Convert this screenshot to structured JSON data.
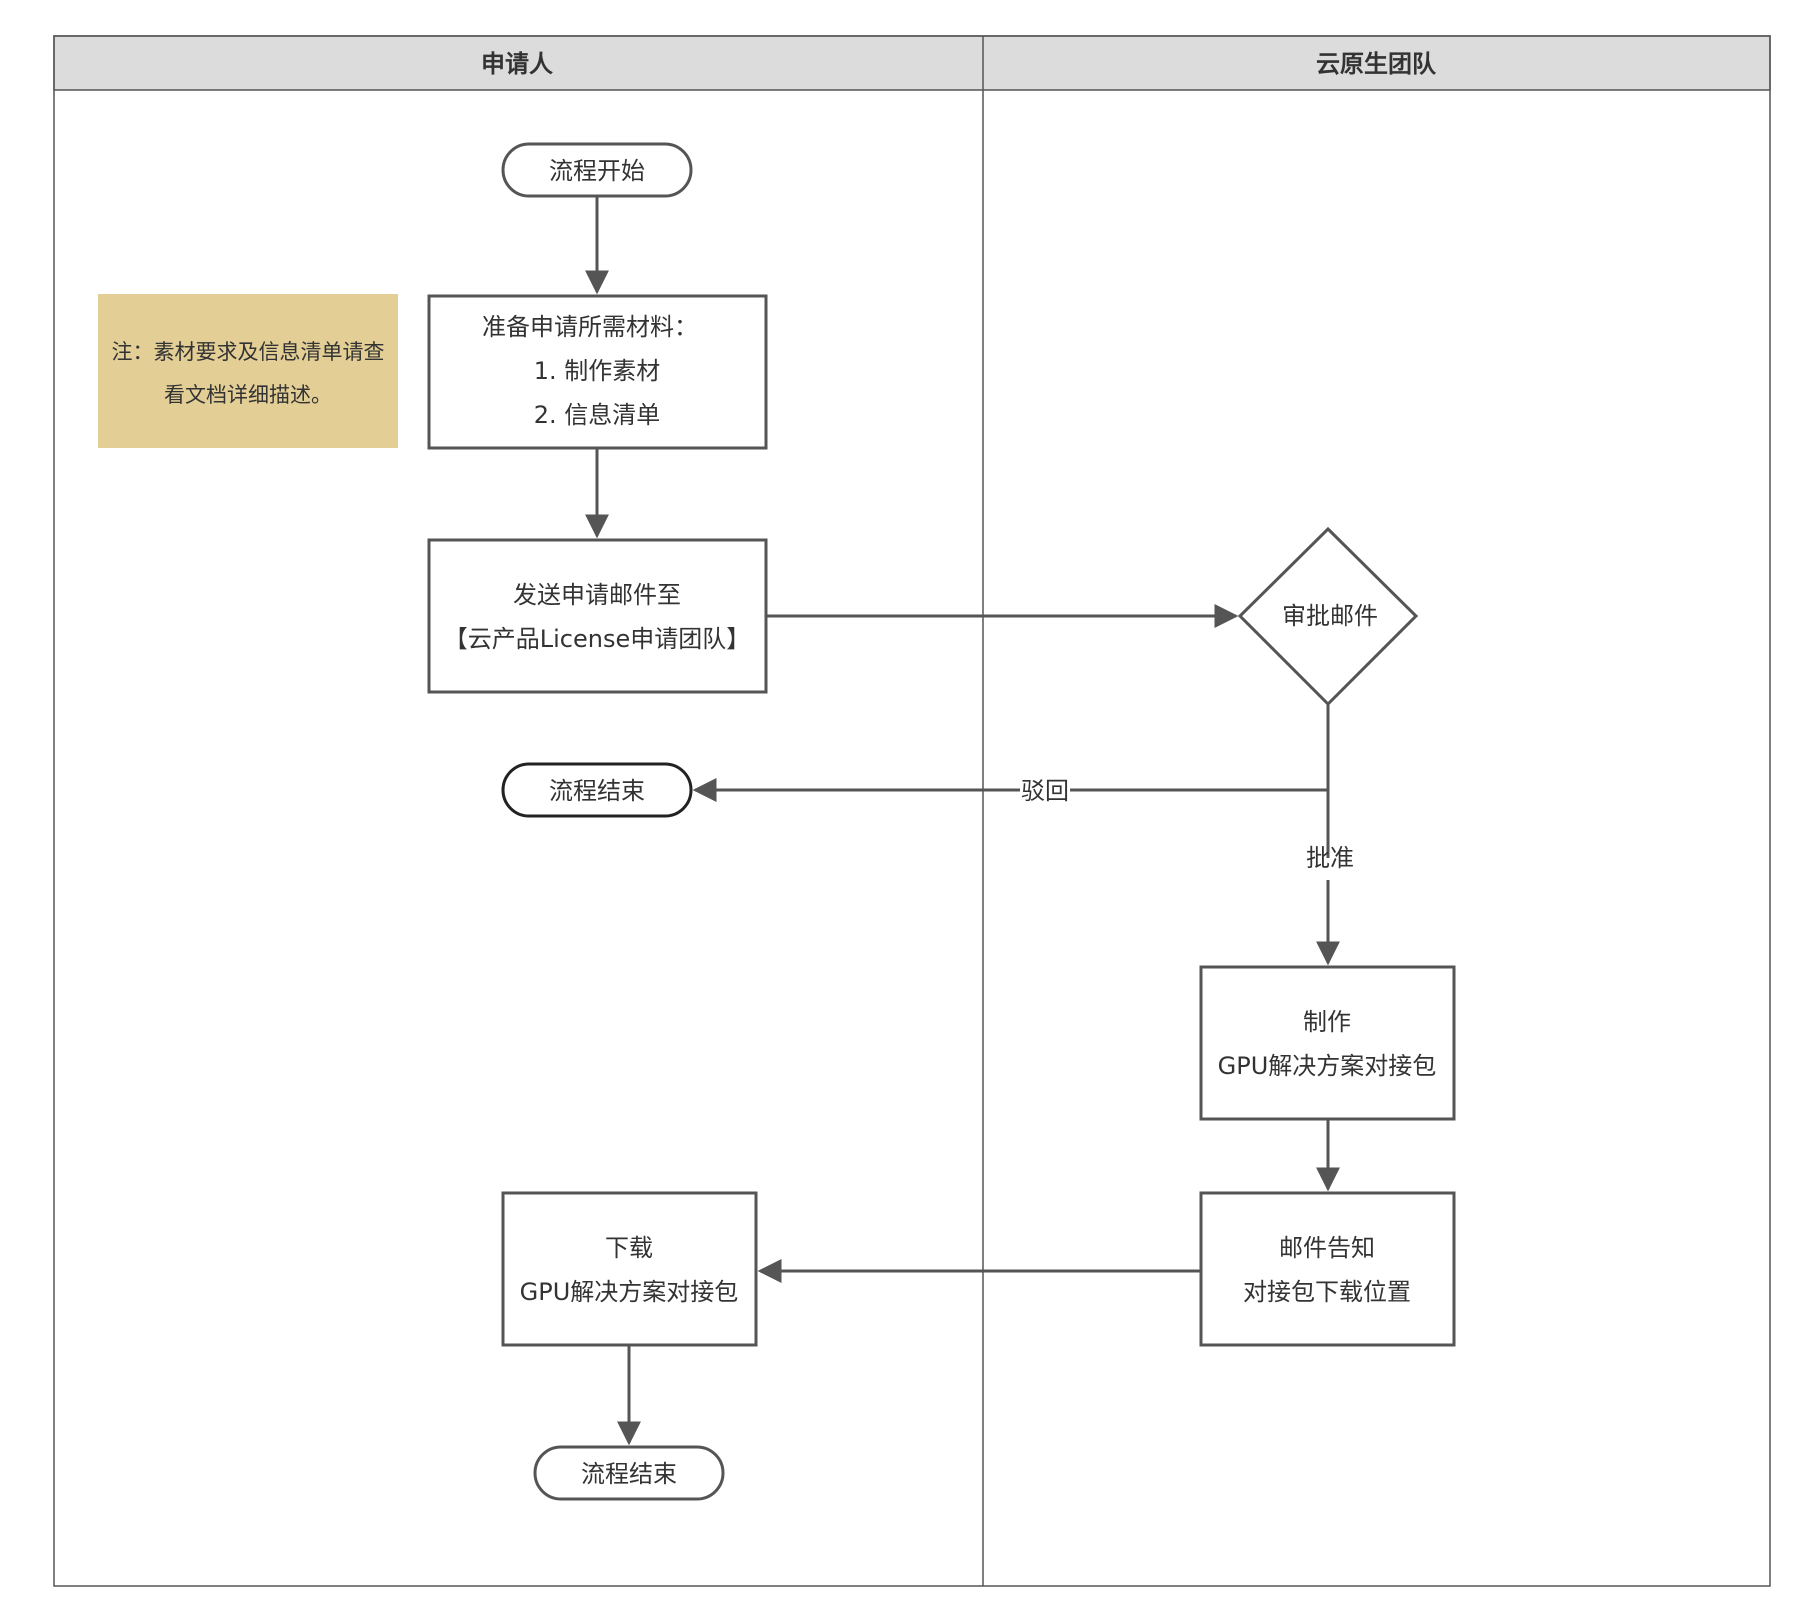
{
  "lanes": [
    "申请人",
    "云原生团队"
  ],
  "note": {
    "lines": [
      "注：素材要求及信息清单请查",
      "看文档详细描述。"
    ]
  },
  "nodes": {
    "start": "流程开始",
    "prepare": [
      "准备申请所需材料：",
      "1. 制作素材",
      "2. 信息清单"
    ],
    "send": [
      "发送申请邮件至",
      "【云产品License申请团队】"
    ],
    "review": "审批邮件",
    "end_rejected": "流程结束",
    "make": [
      "制作",
      "GPU解决方案对接包"
    ],
    "notify": [
      "邮件告知",
      "对接包下载位置"
    ],
    "download": [
      "下载",
      "GPU解决方案对接包"
    ],
    "end_final": "流程结束"
  },
  "edges": {
    "reject_label": "驳回",
    "approve_label": "批准"
  },
  "colors": {
    "header_bg": "#dcdcdc",
    "stroke": "#555555",
    "note_bg": "#e3cf96"
  }
}
